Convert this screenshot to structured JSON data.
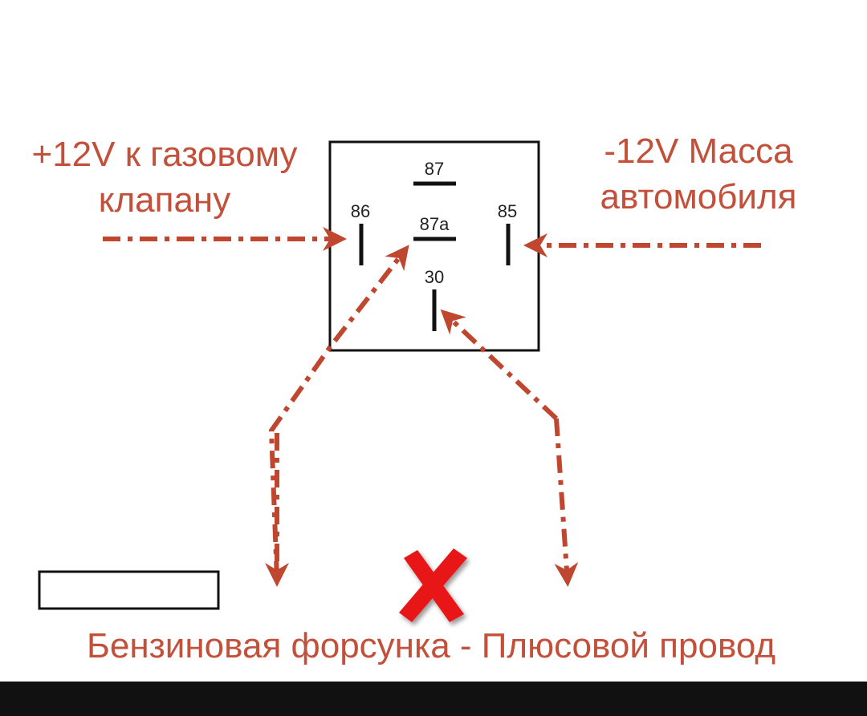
{
  "colors": {
    "accent": "#c0472f",
    "text": "#c2503a",
    "cross": "#e81818"
  },
  "labels": {
    "left_line1": "+12V к газовому",
    "left_line2": "клапану",
    "right_line1": "-12V Масса",
    "right_line2": "автомобиля",
    "bottom": "Бензиновая форсунка - Плюсовой провод"
  },
  "relay": {
    "pin_87": "87",
    "pin_87a": "87a",
    "pin_86": "86",
    "pin_85": "85",
    "pin_30": "30"
  }
}
